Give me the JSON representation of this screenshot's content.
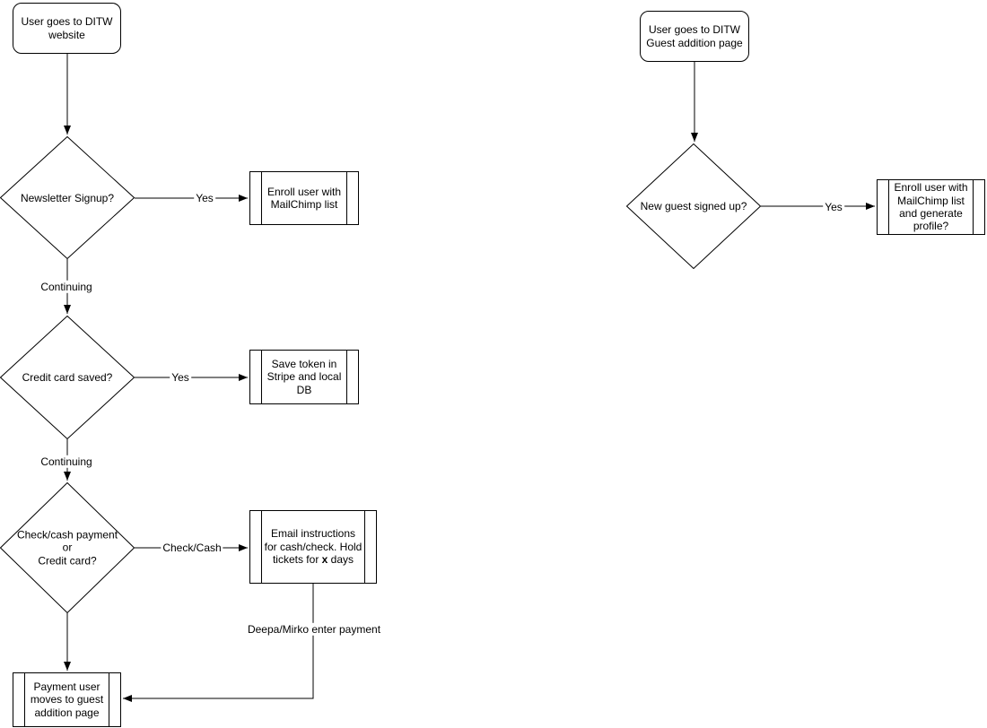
{
  "colors": {
    "stroke": "#000000",
    "text": "#000000",
    "background": "#ffffff"
  },
  "flows": {
    "left": {
      "start_label": "User goes to DITW\nwebsite",
      "decision_newsletter": "Newsletter Signup?",
      "edge_newsletter_yes": "Yes",
      "process_enroll": "Enroll user with\nMailChimp list",
      "edge_continuing1": "Continuing",
      "decision_credit_card": "Credit card saved?",
      "edge_credit_yes": "Yes",
      "process_save_token": "Save token in\nStripe and local\nDB",
      "edge_continuing2": "Continuing",
      "decision_payment": "Check/cash payment\nor\nCredit card?",
      "edge_check_cash": "Check/Cash",
      "process_email_part1": "Email instructions\nfor cash/check. Hold\ntickets for ",
      "process_email_bold": "x",
      "process_email_part2": " days",
      "edge_deepa": "Deepa/Mirko enter payment",
      "process_payment_moves": "Payment user\nmoves to guest\naddition page"
    },
    "right": {
      "start_label": "User goes to DITW\nGuest addition page",
      "decision_new_guest": "New guest signed up?",
      "edge_new_guest_yes": "Yes",
      "process_enroll_profile": "Enroll user with\nMailChimp list\nand generate\nprofile?"
    }
  }
}
